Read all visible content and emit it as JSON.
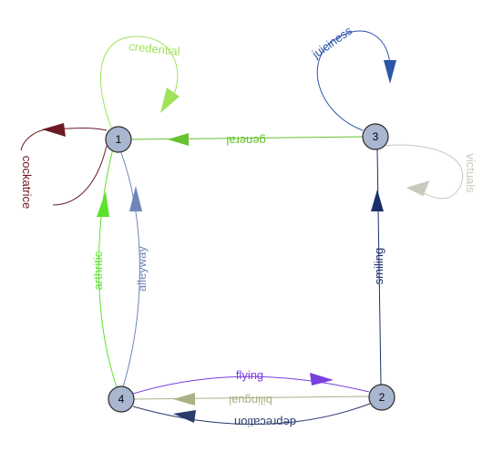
{
  "nodes": [
    {
      "id": "1",
      "label": "1"
    },
    {
      "id": "2",
      "label": "2"
    },
    {
      "id": "3",
      "label": "3"
    },
    {
      "id": "4",
      "label": "4"
    }
  ],
  "edges": [
    {
      "id": "credential",
      "label": "credential",
      "from": "1",
      "to": "1",
      "color": "#9fe25a"
    },
    {
      "id": "cockatrice",
      "label": "cockatrice",
      "from": "1",
      "to": "1",
      "color": "#6b1a24"
    },
    {
      "id": "general",
      "label": "general",
      "from": "3",
      "to": "1",
      "color": "#66c22e"
    },
    {
      "id": "juiciness",
      "label": "juiciness",
      "from": "3",
      "to": "3",
      "color": "#2a55a8"
    },
    {
      "id": "victuals",
      "label": "victuals",
      "from": "3",
      "to": "3",
      "color": "#c9c9bd"
    },
    {
      "id": "smiling",
      "label": "smiling",
      "from": "2",
      "to": "3",
      "color": "#1c2f6a"
    },
    {
      "id": "arthritic",
      "label": "arthritic",
      "from": "4",
      "to": "1",
      "color": "#5ce12c"
    },
    {
      "id": "alleyway",
      "label": "alleyway",
      "from": "4",
      "to": "1",
      "color": "#6e86b8"
    },
    {
      "id": "flying",
      "label": "flying",
      "from": "4",
      "to": "2",
      "color": "#7a3fe0"
    },
    {
      "id": "bilingual",
      "label": "bilingual",
      "from": "2",
      "to": "4",
      "color": "#a9b287"
    },
    {
      "id": "deprecation",
      "label": "deprecation",
      "from": "2",
      "to": "4",
      "color": "#2a3a6d"
    }
  ]
}
